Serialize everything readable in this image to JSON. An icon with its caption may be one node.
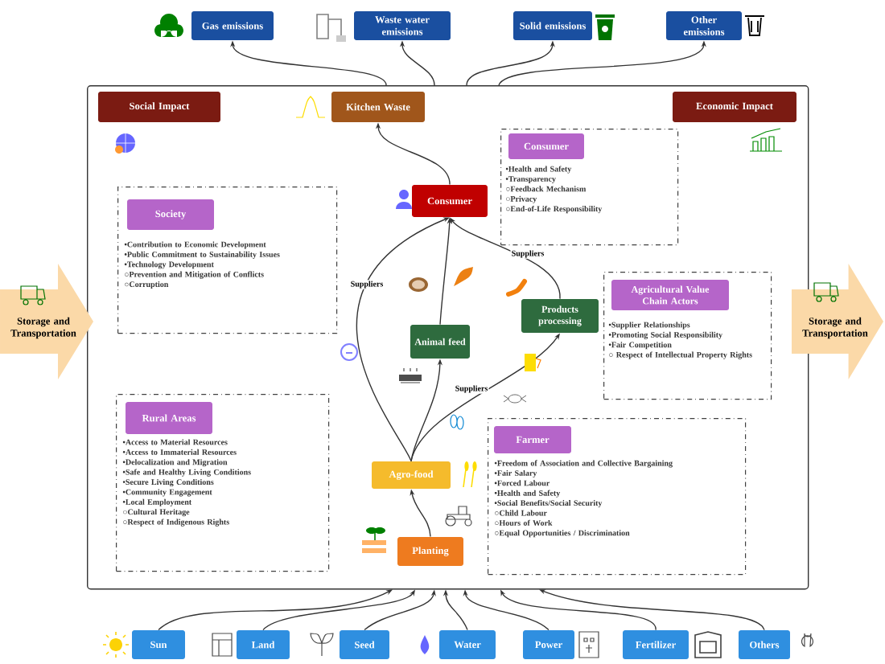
{
  "diagram": {
    "nodes": [
      {
        "text": [
          "Gas emissions"
        ]
      },
      {
        "text": [
          "Waste water emissions"
        ]
      },
      {
        "text": [
          "Solid emissions"
        ]
      },
      {
        "text": [
          "Other emissions"
        ]
      },
      {
        "text": [],
        "shape": "box"
      },
      {
        "text": [
          "Social Impact"
        ],
        "in": 4
      },
      {
        "text": [
          "Kitchen Waste"
        ],
        "in": 4
      },
      {
        "text": [
          "Economic Impact"
        ],
        "in": 4
      },
      {
        "text": [
          "•Health and Safety",
          "•Transparency",
          "○Feedback Mechanism",
          "○Privacy",
          "○End-of-Life Responsibility"
        ],
        "in": 4
      },
      {
        "text": [
          "Consumer"
        ],
        "in": 8
      },
      {
        "text": [
          "Consumer"
        ],
        "in": 4
      },
      {
        "text": [
          "•Contribution to Economic Development",
          "•Public Commitment to Sustainability Issues",
          "•Technology Development",
          "○Prevention and Mitigation of Conflicts",
          "○Corruption"
        ],
        "in": 4
      },
      {
        "text": [
          "Society"
        ],
        "in": 11
      },
      {
        "text": [
          "Storage and Transportation"
        ]
      },
      {
        "text": [
          "Storage and Transportation"
        ]
      },
      {
        "text": [
          "Animal feed"
        ],
        "in": 4
      },
      {
        "text": [
          "Products processing"
        ],
        "in": 4
      },
      {
        "text": [
          "•Supplier Relationships",
          "•Promoting Social Responsibility",
          "•Fair Competition",
          "○ Respect of Intellectual Property Rights"
        ],
        "in": 4
      },
      {
        "text": [
          "Agricultural Value Chain Actors"
        ],
        "in": 17
      },
      {
        "text": [
          "•Access to Material Resources",
          "•Access to Immaterial Resources",
          "•Delocalization and Migration",
          "•Safe and Healthy Living Conditions",
          "•Secure Living Conditions",
          "•Community Engagement",
          "•Local Employment",
          "○Cultural Heritage",
          "○Respect of Indigenous Rights"
        ],
        "in": 4
      },
      {
        "text": [
          "Rural Areas"
        ],
        "in": 19
      },
      {
        "text": [
          "•Freedom of Association and Collective Bargaining",
          "•Fair Salary",
          "•Forced Labour",
          "•Health and Safety",
          "•Social Benefits/Social Security",
          "○Child Labour",
          "○Hours of Work",
          "○Equal Opportunities / Discrimination"
        ],
        "in": 4
      },
      {
        "text": [
          "Farmer"
        ],
        "in": 21
      },
      {
        "text": [
          "Agro-food"
        ],
        "in": 4
      },
      {
        "text": [
          "Planting"
        ],
        "in": 4
      },
      {
        "text": [
          "Sun"
        ]
      },
      {
        "text": [
          "Land"
        ]
      },
      {
        "text": [
          "Seed"
        ]
      },
      {
        "text": [
          "Water"
        ]
      },
      {
        "text": [
          "Power"
        ]
      },
      {
        "text": [
          "Fertilizer"
        ]
      },
      {
        "text": [
          "Others"
        ]
      }
    ],
    "edges": [
      {
        "from": 4,
        "to": 0,
        "arrow": "to"
      },
      {
        "from": 4,
        "to": 1,
        "arrow": "to"
      },
      {
        "from": 4,
        "to": 2,
        "arrow": "to"
      },
      {
        "from": 4,
        "to": 3,
        "arrow": "to"
      },
      {
        "from": 10,
        "to": 6,
        "arrow": "to"
      },
      {
        "from": 24,
        "to": 23,
        "arrow": "to"
      },
      {
        "from": 23,
        "to": 15,
        "arrow": "to"
      },
      {
        "from": 23,
        "to": 16,
        "arrow": "to",
        "label": "Suppliers"
      },
      {
        "from": 23,
        "to": 10,
        "arrow": "to",
        "label": "Suppliers"
      },
      {
        "from": 15,
        "to": 10,
        "arrow": "to"
      },
      {
        "from": 16,
        "to": 10,
        "arrow": "to",
        "label": "Suppliers"
      },
      {
        "from": 25,
        "to": 4,
        "arrow": "to"
      },
      {
        "from": 26,
        "to": 4,
        "arrow": "to"
      },
      {
        "from": 27,
        "to": 4,
        "arrow": "to"
      },
      {
        "from": 28,
        "to": 4,
        "arrow": "to"
      },
      {
        "from": 29,
        "to": 4,
        "arrow": "to"
      },
      {
        "from": 30,
        "to": 4,
        "arrow": "to"
      },
      {
        "from": 31,
        "to": 4,
        "arrow": "to"
      }
    ]
  }
}
